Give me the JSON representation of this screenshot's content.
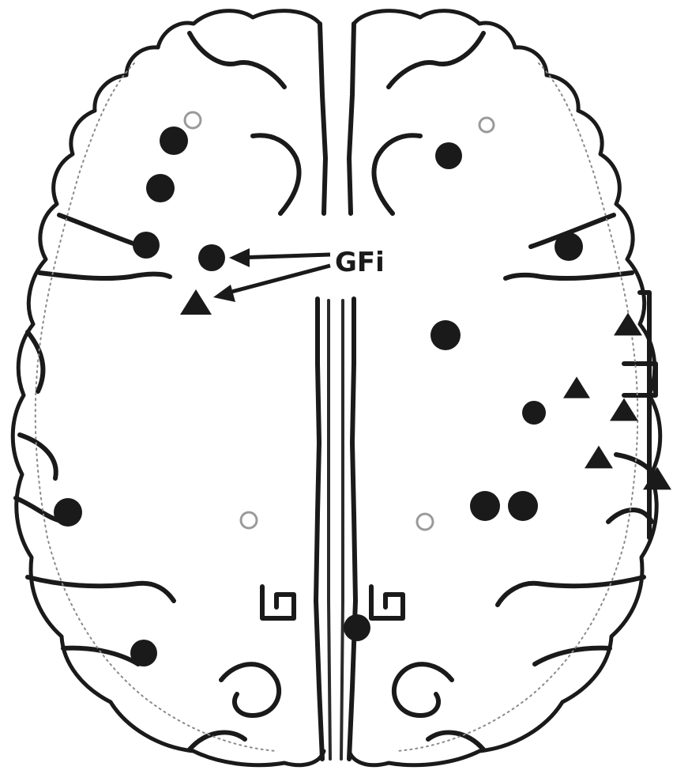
{
  "diagram": {
    "label_text": "GFi",
    "colors": {
      "ink": "#1a1a1a",
      "hollow_marker": "#9a9a9a",
      "background": "#ffffff"
    },
    "markers": [
      {
        "id": "lh-dot-1",
        "shape": "filled-circle"
      },
      {
        "id": "lh-dot-2",
        "shape": "filled-circle"
      },
      {
        "id": "lh-dot-3",
        "shape": "filled-circle"
      },
      {
        "id": "lh-dot-gfi",
        "shape": "filled-circle"
      },
      {
        "id": "lh-triangle-1",
        "shape": "filled-triangle"
      },
      {
        "id": "lh-dot-4",
        "shape": "filled-circle"
      },
      {
        "id": "lh-dot-5",
        "shape": "filled-circle"
      },
      {
        "id": "lh-hollow-1",
        "shape": "hollow-circle"
      },
      {
        "id": "lh-hollow-2",
        "shape": "hollow-circle"
      },
      {
        "id": "rh-dot-1",
        "shape": "filled-circle"
      },
      {
        "id": "rh-dot-2",
        "shape": "filled-circle"
      },
      {
        "id": "rh-dot-3",
        "shape": "filled-circle"
      },
      {
        "id": "rh-dot-4",
        "shape": "filled-circle"
      },
      {
        "id": "rh-dot-5",
        "shape": "filled-circle"
      },
      {
        "id": "rh-dot-6",
        "shape": "filled-circle"
      },
      {
        "id": "rh-dot-7",
        "shape": "filled-circle"
      },
      {
        "id": "rh-triangle-1",
        "shape": "filled-triangle"
      },
      {
        "id": "rh-triangle-2",
        "shape": "filled-triangle"
      },
      {
        "id": "rh-triangle-3",
        "shape": "filled-triangle"
      },
      {
        "id": "rh-triangle-4",
        "shape": "filled-triangle"
      },
      {
        "id": "rh-triangle-5",
        "shape": "filled-triangle"
      },
      {
        "id": "rh-hollow-1",
        "shape": "hollow-circle"
      },
      {
        "id": "rh-hollow-2",
        "shape": "hollow-circle"
      }
    ]
  }
}
